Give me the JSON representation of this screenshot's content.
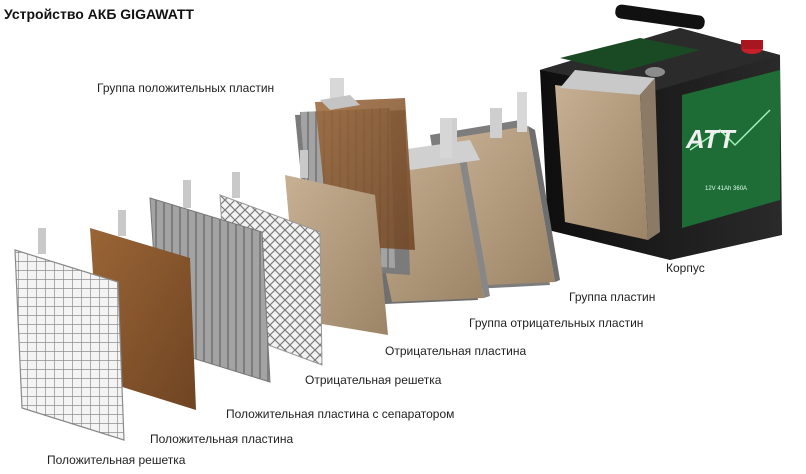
{
  "title": "Устройство АКБ GIGAWATT",
  "labels": {
    "positive_group": "Группа положительных пластин",
    "case": "Корпус",
    "plate_group": "Группа пластин",
    "negative_group": "Группа отрицательных пластин",
    "negative_plate": "Отрицательная пластина",
    "negative_grid": "Отрицательная решетка",
    "positive_plate_separator": "Положительная пластина с сепаратором",
    "positive_plate": "Положительная пластина",
    "positive_grid": "Положительная решетка"
  },
  "battery": {
    "brand_fragment": "ATT",
    "spec_text": "12V 41Ah 360A"
  },
  "colors": {
    "lead_grid": "#d9d9d9",
    "positive_paste": "#8b5a30",
    "negative_paste": "#b8a083",
    "separator": "#9a9a9a",
    "case_dark": "#1b1b1b",
    "accent_green": "#1e7a3a",
    "terminal_red": "#c8202a"
  }
}
